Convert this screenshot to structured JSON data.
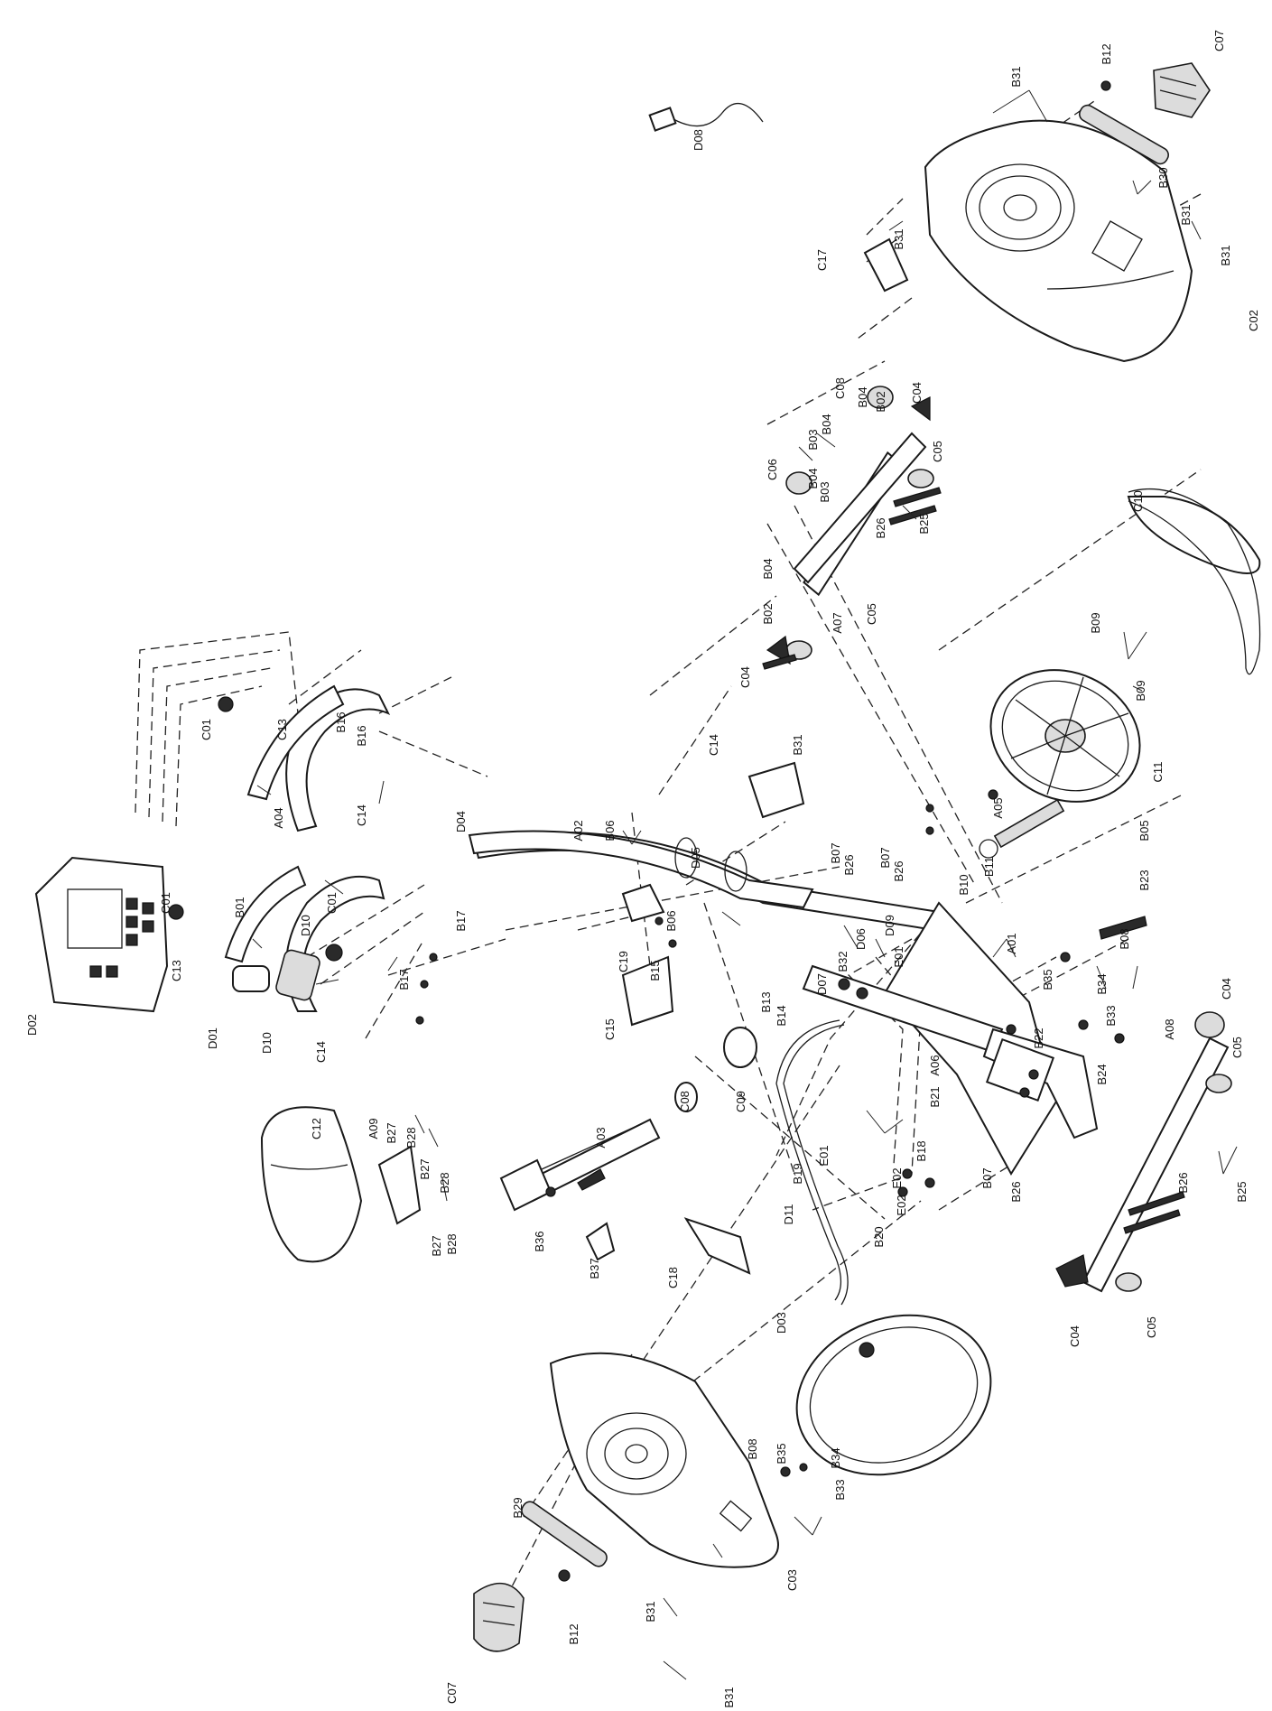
{
  "diagram": {
    "labels": [
      {
        "id": "D08",
        "text": "D08"
      },
      {
        "id": "C07-top",
        "text": "C07"
      },
      {
        "id": "B12-top",
        "text": "B12"
      },
      {
        "id": "B31-a",
        "text": "B31"
      },
      {
        "id": "B30",
        "text": "B30"
      },
      {
        "id": "B31-b",
        "text": "B31"
      },
      {
        "id": "B31-c",
        "text": "B31"
      },
      {
        "id": "C17",
        "text": "C17"
      },
      {
        "id": "B31-d",
        "text": "B31"
      },
      {
        "id": "C02",
        "text": "C02"
      },
      {
        "id": "C08-top",
        "text": "C08"
      },
      {
        "id": "B04-a",
        "text": "B04"
      },
      {
        "id": "B02-a",
        "text": "B02"
      },
      {
        "id": "C04-a",
        "text": "C04"
      },
      {
        "id": "B03-a",
        "text": "B03"
      },
      {
        "id": "B04-b",
        "text": "B04"
      },
      {
        "id": "C05-a",
        "text": "C05"
      },
      {
        "id": "C06",
        "text": "C06"
      },
      {
        "id": "B04-c",
        "text": "B04"
      },
      {
        "id": "B03-b",
        "text": "B03"
      },
      {
        "id": "B26-a",
        "text": "B26"
      },
      {
        "id": "B25-a",
        "text": "B25"
      },
      {
        "id": "B04-d",
        "text": "B04"
      },
      {
        "id": "B02-b",
        "text": "B02"
      },
      {
        "id": "A07",
        "text": "A07"
      },
      {
        "id": "C05-b",
        "text": "C05"
      },
      {
        "id": "C04-b",
        "text": "C04"
      },
      {
        "id": "C10",
        "text": "C10"
      },
      {
        "id": "B09-a",
        "text": "B09"
      },
      {
        "id": "B09-b",
        "text": "B09"
      },
      {
        "id": "C11",
        "text": "C11"
      },
      {
        "id": "A05",
        "text": "A05"
      },
      {
        "id": "B05",
        "text": "B05"
      },
      {
        "id": "B23",
        "text": "B23"
      },
      {
        "id": "C01-a",
        "text": "C01"
      },
      {
        "id": "C13-a",
        "text": "C13"
      },
      {
        "id": "B16-a",
        "text": "B16"
      },
      {
        "id": "B16-b",
        "text": "B16"
      },
      {
        "id": "A04",
        "text": "A04"
      },
      {
        "id": "C14-a",
        "text": "C14"
      },
      {
        "id": "D04",
        "text": "D04"
      },
      {
        "id": "A02",
        "text": "A02"
      },
      {
        "id": "B06-a",
        "text": "B06"
      },
      {
        "id": "D05",
        "text": "D05"
      },
      {
        "id": "C14-b",
        "text": "C14"
      },
      {
        "id": "B31-e",
        "text": "B31"
      },
      {
        "id": "B07-a",
        "text": "B07"
      },
      {
        "id": "B26-b",
        "text": "B26"
      },
      {
        "id": "B07-b",
        "text": "B07"
      },
      {
        "id": "B26-c",
        "text": "B26"
      },
      {
        "id": "B10",
        "text": "B10"
      },
      {
        "id": "B11",
        "text": "B11"
      },
      {
        "id": "B01",
        "text": "B01"
      },
      {
        "id": "C01-b",
        "text": "C01"
      },
      {
        "id": "C13-b",
        "text": "C13"
      },
      {
        "id": "D10-a",
        "text": "D10"
      },
      {
        "id": "C01-c",
        "text": "C01"
      },
      {
        "id": "B17-a",
        "text": "B17"
      },
      {
        "id": "B17-b",
        "text": "B17"
      },
      {
        "id": "B06-b",
        "text": "B06"
      },
      {
        "id": "C19",
        "text": "C19"
      },
      {
        "id": "B15",
        "text": "B15"
      },
      {
        "id": "D06",
        "text": "D06"
      },
      {
        "id": "D09",
        "text": "D09"
      },
      {
        "id": "B32",
        "text": "B32"
      },
      {
        "id": "E01-a",
        "text": "E01"
      },
      {
        "id": "A01",
        "text": "A01"
      },
      {
        "id": "B08-a",
        "text": "B08"
      },
      {
        "id": "D02",
        "text": "D02"
      },
      {
        "id": "D01",
        "text": "D01"
      },
      {
        "id": "D10-b",
        "text": "D10"
      },
      {
        "id": "C14-c",
        "text": "C14"
      },
      {
        "id": "C15",
        "text": "C15"
      },
      {
        "id": "B13",
        "text": "B13"
      },
      {
        "id": "B14",
        "text": "B14"
      },
      {
        "id": "D07",
        "text": "D07"
      },
      {
        "id": "B35-a",
        "text": "B35"
      },
      {
        "id": "B34-a",
        "text": "B34"
      },
      {
        "id": "B33-a",
        "text": "B33"
      },
      {
        "id": "C04-c",
        "text": "C04"
      },
      {
        "id": "B22",
        "text": "B22"
      },
      {
        "id": "C09",
        "text": "C09"
      },
      {
        "id": "C08-mid",
        "text": "C08"
      },
      {
        "id": "A03",
        "text": "A03"
      },
      {
        "id": "B24",
        "text": "B24"
      },
      {
        "id": "A08",
        "text": "A08"
      },
      {
        "id": "C05-c",
        "text": "C05"
      },
      {
        "id": "A06",
        "text": "A06"
      },
      {
        "id": "B21",
        "text": "B21"
      },
      {
        "id": "C12",
        "text": "C12"
      },
      {
        "id": "A09",
        "text": "A09"
      },
      {
        "id": "B27-a",
        "text": "B27"
      },
      {
        "id": "B28-a",
        "text": "B28"
      },
      {
        "id": "B27-b",
        "text": "B27"
      },
      {
        "id": "B28-b",
        "text": "B28"
      },
      {
        "id": "E01-b",
        "text": "E01"
      },
      {
        "id": "B19",
        "text": "B19"
      },
      {
        "id": "B18",
        "text": "B18"
      },
      {
        "id": "E02-a",
        "text": "E02"
      },
      {
        "id": "E02-b",
        "text": "E02"
      },
      {
        "id": "B20",
        "text": "B20"
      },
      {
        "id": "D11",
        "text": "D11"
      },
      {
        "id": "B07-c",
        "text": "B07"
      },
      {
        "id": "B26-d",
        "text": "B26"
      },
      {
        "id": "B26-e",
        "text": "B26"
      },
      {
        "id": "B25-b",
        "text": "B25"
      },
      {
        "id": "B36",
        "text": "B36"
      },
      {
        "id": "B37",
        "text": "B37"
      },
      {
        "id": "B27-c",
        "text": "B27"
      },
      {
        "id": "B28-c",
        "text": "B28"
      },
      {
        "id": "C18",
        "text": "C18"
      },
      {
        "id": "C05-d",
        "text": "C05"
      },
      {
        "id": "C04-d",
        "text": "C04"
      },
      {
        "id": "D03",
        "text": "D03"
      },
      {
        "id": "B08-b",
        "text": "B08"
      },
      {
        "id": "B35-b",
        "text": "B35"
      },
      {
        "id": "B34-b",
        "text": "B34"
      },
      {
        "id": "B33-b",
        "text": "B33"
      },
      {
        "id": "B29",
        "text": "B29"
      },
      {
        "id": "C03",
        "text": "C03"
      },
      {
        "id": "B31-f",
        "text": "B31"
      },
      {
        "id": "B12-bot",
        "text": "B12"
      },
      {
        "id": "C07-bot",
        "text": "C07"
      },
      {
        "id": "B31-g",
        "text": "B31"
      }
    ]
  }
}
